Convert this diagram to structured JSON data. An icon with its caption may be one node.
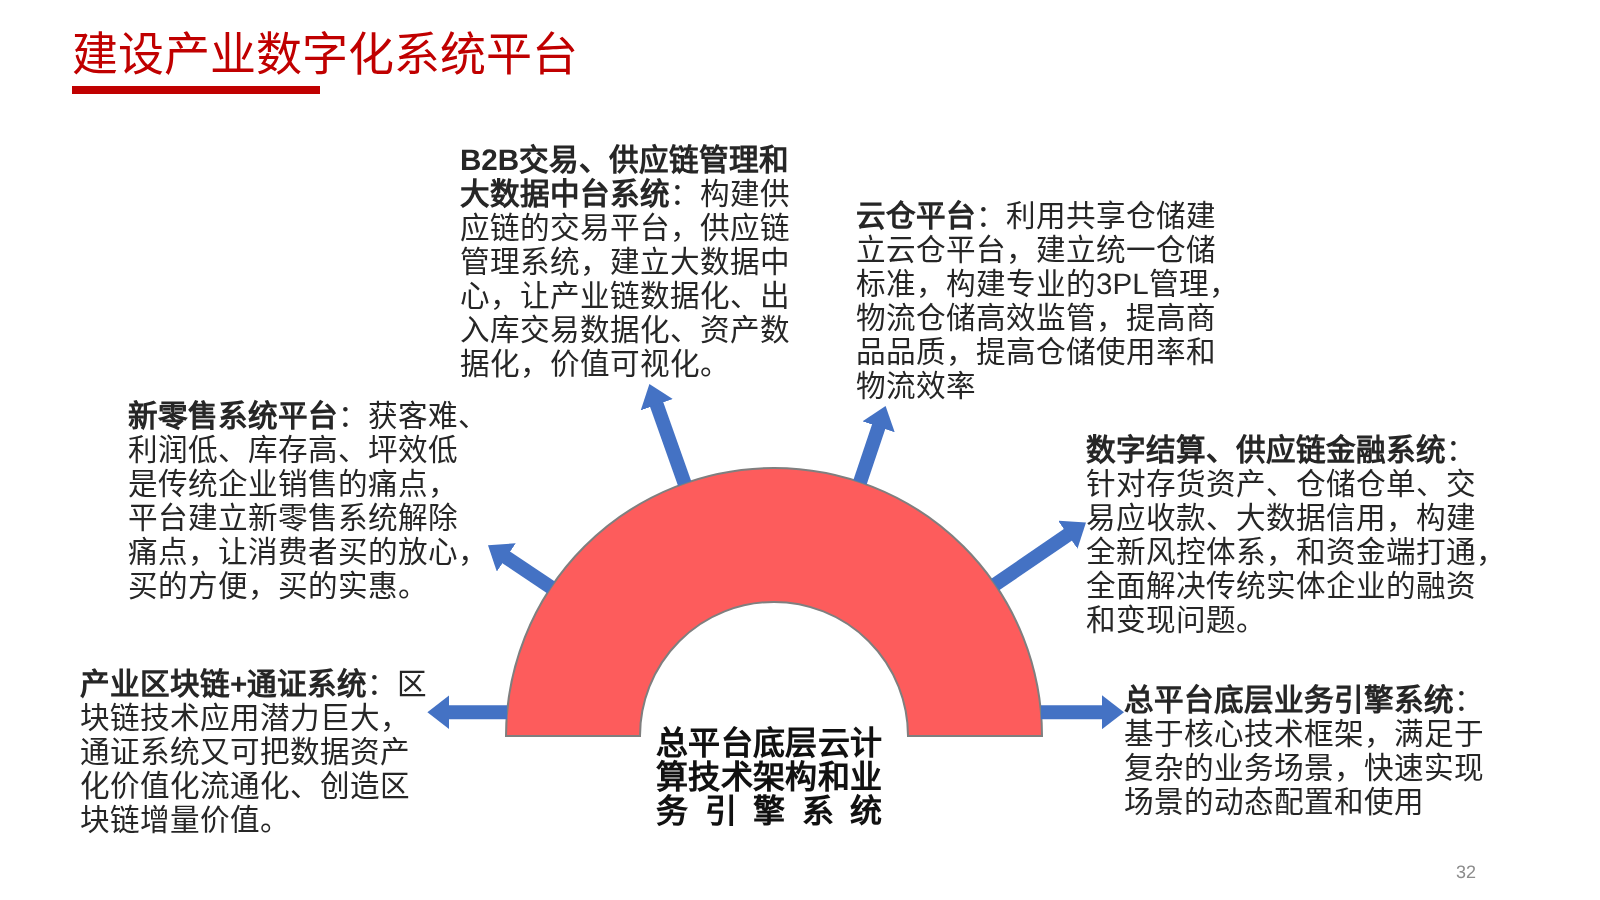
{
  "diagram": {
    "title": "建设产业数字化系统平台",
    "nodes": [
      {
        "text": [
          "总平台底层云计算技术架构和业务引擎系统"
        ]
      },
      {
        "text": [
          "**B2B交易、供应链管理和大数据中台系统**：构建供应链的交易平台，供应链管理系统，建立大数据中心，让产业链数据化、出入库交易数据化、资产数据化，价值可视化。"
        ]
      },
      {
        "text": [
          "**云仓平台**：利用共享仓储建立云仓平台，建立统一仓储标准，构建专业的3PL管理，物流仓储高效监管，提高商品品质，提高仓储使用率和物流效率"
        ]
      },
      {
        "text": [
          "**新零售系统平台**：获客难、利润低、库存高、坪效低是传统企业销售的痛点，平台建立新零售系统解除痛点，让消费者买的放心，买的方便，买的实惠。"
        ]
      },
      {
        "text": [
          "**数字结算、供应链金融系统**：针对存货资产、仓储仓单、交易应收款、大数据信用，构建全新风控体系，和资金端打通，全面解决传统实体企业的融资和变现问题。"
        ]
      },
      {
        "text": [
          "**产业区块链+通证系统**：区块链技术应用潜力巨大，通证系统又可把数据资产化价值化流通化、创造区块链增量价值。"
        ]
      },
      {
        "text": [
          "**总平台底层业务引擎系统**：基于核心技术框架，满足于复杂的业务场景，快速实现场景的动态配置和使用"
        ]
      }
    ],
    "edges": [
      {
        "from": 0,
        "to": 1,
        "arrow": "to"
      },
      {
        "from": 0,
        "to": 2,
        "arrow": "to"
      },
      {
        "from": 0,
        "to": 3,
        "arrow": "to"
      },
      {
        "from": 0,
        "to": 4,
        "arrow": "to"
      },
      {
        "from": 0,
        "to": 5,
        "arrow": "to"
      },
      {
        "from": 0,
        "to": 6,
        "arrow": "to"
      }
    ],
    "labels": [
      "32"
    ]
  }
}
